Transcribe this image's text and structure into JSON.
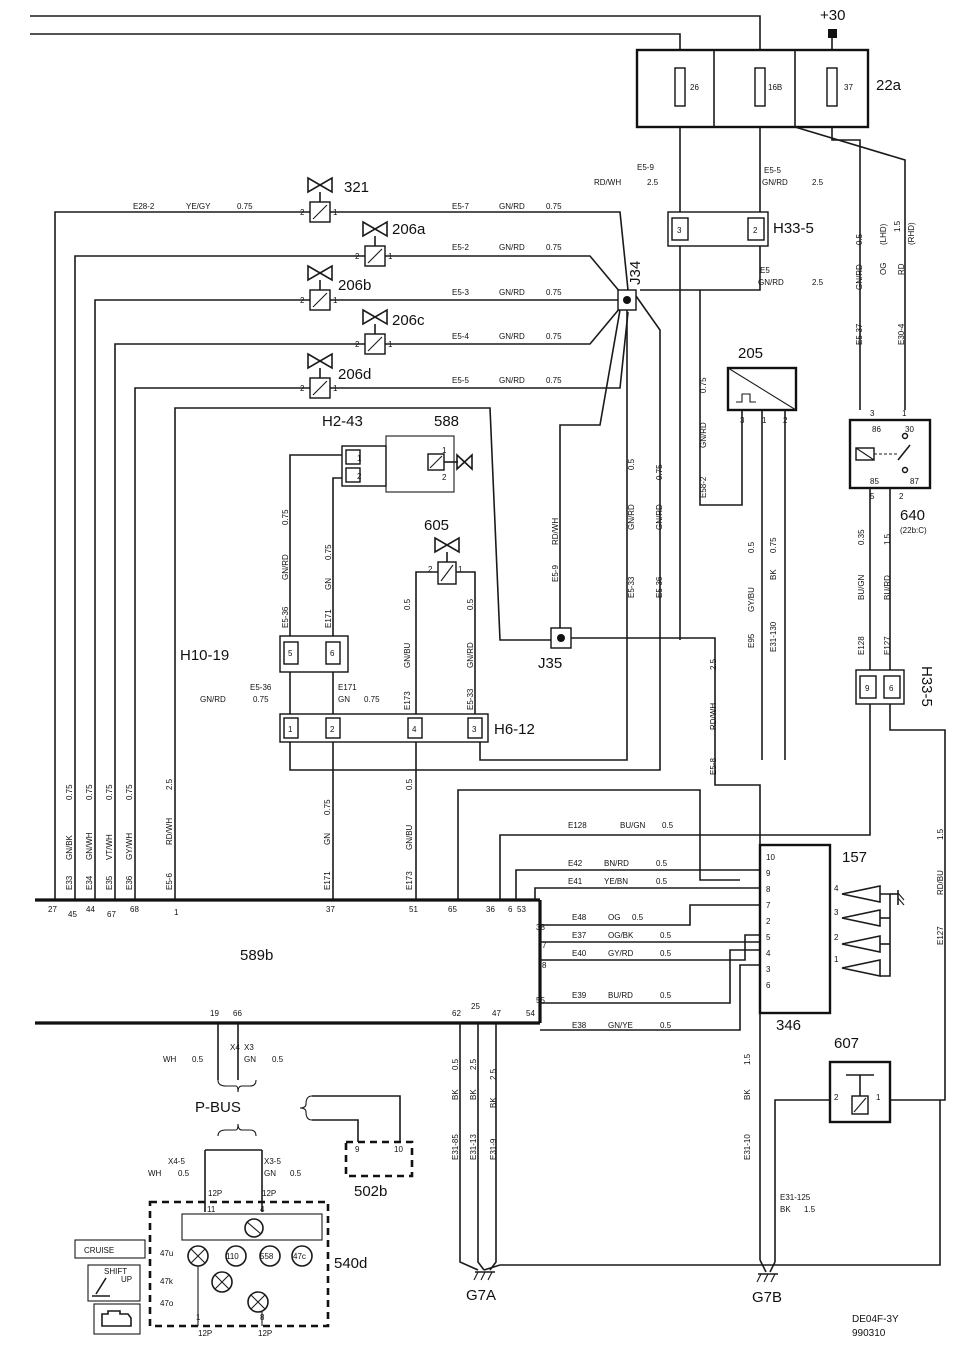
{
  "supply": "+30",
  "fuse_box": {
    "id": "22a",
    "fuses": [
      "26",
      "16B",
      "37"
    ]
  },
  "components": {
    "c321": "321",
    "c206a": "206a",
    "c206b": "206b",
    "c206c": "206c",
    "c206d": "206d",
    "c588": "588",
    "c605": "605",
    "c205": "205",
    "c640": "640",
    "c640_sub": "(22b:C)",
    "c157": "157",
    "c346": "346",
    "c607": "607",
    "c589b": "589b",
    "c540d": "540d",
    "c502b": "502b",
    "pbus": "P-BUS"
  },
  "connectors": {
    "j34": "J34",
    "j35": "J35",
    "h33_5_top": "H33-5",
    "h33_5_bot": "H33-5",
    "h2_43": "H2-43",
    "h6_12": "H6-12",
    "h10_19": "H10-19",
    "g7a": "G7A",
    "g7b": "G7B"
  },
  "wires": {
    "w_e28_2": "E28-2",
    "w_yegy": "YE/GY",
    "w_075a": "0.75",
    "w_e5_7": "E5-7",
    "w_gnrd1": "GN/RD",
    "w_075b": "0.75",
    "w_e5_2": "E5-2",
    "w_gnrd2": "GN/RD",
    "w_075c": "0.75",
    "w_e5_3": "E5-3",
    "w_gnrd3": "GN/RD",
    "w_075d": "0.75",
    "w_e5_4": "E5-4",
    "w_gnrd4": "GN/RD",
    "w_075e": "0.75",
    "w_e5_5": "E5-5",
    "w_gnrd5": "GN/RD",
    "w_075f": "0.75",
    "w_e5_9t": "E5-9",
    "w_rdwh_t": "RD/WH",
    "w_25t": "2.5",
    "w_e5_5t": "E5-5",
    "w_gnrd_t": "GN/RD",
    "w_25t2": "2.5",
    "w_e5": "E5",
    "w_gnrd_e5": "GN/RD",
    "w_25e5": "2.5",
    "w_05r": "0.5",
    "w_gnrd_r": "GN/RD",
    "w_e5_37": "E5-37",
    "w_lhd": "(LHD)",
    "w_15r": "1.5",
    "w_rhd": "(RHD)",
    "w_og": "OG",
    "w_rd": "RD",
    "w_e30_4": "E30-4",
    "w_e58_2": "E58-2",
    "w_gnrd_58": "GN/RD",
    "w_075_58": "0.75",
    "w_05_e95": "0.5",
    "w_gybu": "GY/BU",
    "w_e95": "E95",
    "w_075_bk": "0.75",
    "w_bk_130": "BK",
    "w_e31_130": "E31-130",
    "w_035": "0.35",
    "w_bugn": "BU/GN",
    "w_e128r": "E128",
    "w_15b": "1.5",
    "w_burd": "BU/RD",
    "w_e127r": "E127",
    "w_e5_9": "E5-9",
    "w_rdwh9": "RD/WH",
    "w_05_33": "0.5",
    "w_gnrd33": "GN/RD",
    "w_e5_33": "E5-33",
    "w_075_36": "0.75",
    "w_gnrd36": "GN/RD",
    "w_e5_36v": "E5-36",
    "w_075_h2": "0.75",
    "w_gnrd_h2": "GN/RD",
    "w_e5_36h2": "E5-36",
    "w_075_gn": "0.75",
    "w_gn_h2": "GN",
    "w_e171h2": "E171",
    "w_05_605": "0.5",
    "w_gnbu605": "GN/BU",
    "w_05_605b": "0.5",
    "w_gnrd605": "GN/RD",
    "w_e5_36l": "E5-36",
    "w_gnrd_l": "GN/RD",
    "w_075_l": "0.75",
    "w_e171l": "E171",
    "w_gn_l": "GN",
    "w_075_l2": "0.75",
    "w_e173": "E173",
    "w_e5_33b": "E5-33",
    "w_25_rdwh": "2.5",
    "w_rdwh_e58": "RD/WH",
    "w_e5_8": "E5-8",
    "w_e128": "E128",
    "w_bugn2": "BU/GN",
    "w_05_128": "0.5",
    "w_e42": "E42",
    "w_bnrd": "BN/RD",
    "w_05_42": "0.5",
    "w_e41": "E41",
    "w_yebn": "YE/BN",
    "w_05_41": "0.5",
    "w_e48": "E48",
    "w_og2": "OG",
    "w_05_48": "0.5",
    "w_e37": "E37",
    "w_ogbk": "OG/BK",
    "w_05_37": "0.5",
    "w_e40": "E40",
    "w_gyrd": "GY/RD",
    "w_05_40": "0.5",
    "w_e39": "E39",
    "w_burd2": "BU/RD",
    "w_05_39": "0.5",
    "w_e38": "E38",
    "w_gnye": "GN/YE",
    "w_05_38": "0.5",
    "w_rdbu": "RD/BU",
    "w_15rb": "1.5",
    "w_e127b": "E127",
    "w_x4": "X4",
    "w_wh": "WH",
    "w_05x4": "0.5",
    "w_x3": "X3",
    "w_gnx3": "GN",
    "w_05x3": "0.5",
    "w_x4_5": "X4-5",
    "w_wh2": "WH",
    "w_05x45": "0.5",
    "w_x3_5": "X3-5",
    "w_gn2": "GN",
    "w_05x35": "0.5",
    "w_12p1": "12P",
    "w_12p2": "12P",
    "w_12p3": "12P",
    "w_12p4": "12P",
    "w_05bk": "0.5",
    "w_bk1": "BK",
    "w_e31_85": "E31-85",
    "w_25bk": "2.5",
    "w_bk2": "BK",
    "w_e31_13": "E31-13",
    "w_25bk3": "2.5",
    "w_bk3": "BK",
    "w_e31_9": "E31-9",
    "w_15bk": "1.5",
    "w_bk4": "BK",
    "w_e31_10": "E31-10",
    "w_e31_125": "E31-125",
    "w_bk5": "BK",
    "w_15bk5": "1.5"
  },
  "vert_labels": {
    "v_e33": "E33",
    "v_gnbk": "GN/BK",
    "v_075_33": "0.75",
    "v_e34": "E34",
    "v_gnwh": "GN/WH",
    "v_075_34": "0.75",
    "v_e35": "E35",
    "v_vtwh": "VT/WH",
    "v_075_35": "0.75",
    "v_e36": "E36",
    "v_gywh": "GY/WH",
    "v_075_36": "0.75",
    "v_e56": "E5-6",
    "v_rdwh": "RD/WH",
    "v_25": "2.5",
    "v_e171": "E171",
    "v_gn": "GN",
    "v_075_171": "0.75",
    "v_e173": "E173",
    "v_gnbu": "GN/BU",
    "v_05_173": "0.5"
  },
  "pins_589b": {
    "p27": "27",
    "p45": "45",
    "p44": "44",
    "p67": "67",
    "p68": "68",
    "p1": "1",
    "p37": "37",
    "p51": "51",
    "p65": "65",
    "p36": "36",
    "p6": "6",
    "p53": "53",
    "p38": "38",
    "p7": "7",
    "p8": "8",
    "p55": "55",
    "p54": "54",
    "p62": "62",
    "p25": "25",
    "p47": "47",
    "p19": "19",
    "p66": "66"
  },
  "pins_346": [
    "10",
    "9",
    "8",
    "7",
    "2",
    "5",
    "4",
    "3",
    "6"
  ],
  "pins_157": [
    "4",
    "3",
    "2",
    "1"
  ],
  "pins_misc": {
    "h33_3": "3",
    "h33_2": "2",
    "r86": "86",
    "r30": "30",
    "r85": "85",
    "r87": "87",
    "r3": "3",
    "r1": "1",
    "r5": "5",
    "r2": "2",
    "s205_3": "3",
    "s205_1": "1",
    "s205_2": "2",
    "h2_1": "1",
    "h2_2": "2",
    "h2_1b": "1",
    "h2_2b": "2",
    "s588_1": "1",
    "s588_2": "2",
    "s605_2": "2",
    "s605_1": "1",
    "h5": "5",
    "h6": "6",
    "h6_12_1": "1",
    "h6_12_2": "2",
    "h6_12_4": "4",
    "h6_12_3": "3",
    "hb9": "9",
    "hb6": "6",
    "s607_2": "2",
    "s607_1": "1",
    "b9": "9",
    "b10": "10",
    "c11": "11",
    "c4": "4",
    "c1": "1",
    "c8": "8",
    "v321_2": "2",
    "v321_1": "1",
    "v206a_2": "2",
    "v206a_1": "1",
    "v206b_2": "2",
    "v206b_1": "1",
    "v206c_2": "2",
    "v206c_1": "1",
    "v206d_2": "2",
    "v206d_1": "1"
  },
  "cluster": {
    "cruise": "CRUISE",
    "shift": "SHIFT",
    "up": "UP",
    "l47u": "47u",
    "l47k": "47k",
    "l47o": "47o",
    "l110": "110",
    "l558": "558",
    "l47c": "47c"
  },
  "footer": {
    "code": "DE04F-3Y",
    "date": "990310"
  }
}
